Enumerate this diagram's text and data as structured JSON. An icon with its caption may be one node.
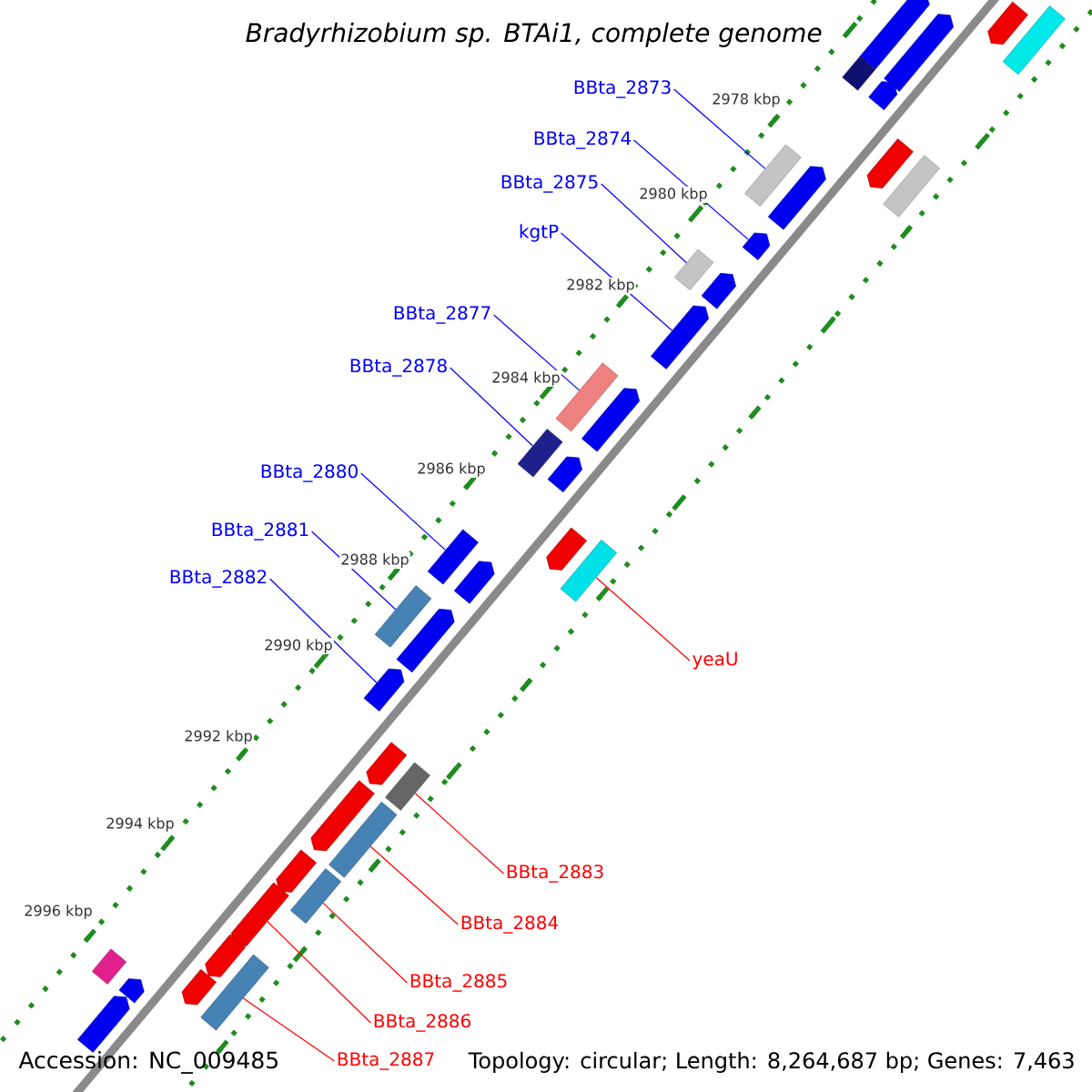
{
  "diagram": {
    "title": "Bradyrhizobium sp. BTAi1, complete genome",
    "nodes": [
      {
        "text": [
          "BBta_2873"
        ]
      },
      {
        "text": [
          "BBta_2874"
        ]
      },
      {
        "text": [
          "BBta_2875"
        ]
      },
      {
        "text": [
          "kgtP"
        ]
      },
      {
        "text": [
          "BBta_2877"
        ]
      },
      {
        "text": [
          "BBta_2878"
        ]
      },
      {
        "text": [
          "BBta_2880"
        ]
      },
      {
        "text": [
          "BBta_2881"
        ]
      },
      {
        "text": [
          "BBta_2882"
        ]
      },
      {
        "text": [
          "yeaU"
        ]
      },
      {
        "text": [
          "BBta_2883"
        ]
      },
      {
        "text": [
          "BBta_2884"
        ]
      },
      {
        "text": [
          "BBta_2885"
        ]
      },
      {
        "text": [
          "BBta_2886"
        ]
      },
      {
        "text": [
          "BBta_2887"
        ]
      },
      {
        "text": [],
        "shape": "arrow"
      },
      {
        "text": [],
        "shape": "arrow"
      },
      {
        "text": [],
        "shape": "box"
      },
      {
        "text": [],
        "shape": "arrow"
      },
      {
        "text": [],
        "shape": "box"
      },
      {
        "text": [],
        "shape": "arrow"
      },
      {
        "text": [],
        "shape": "arrow"
      },
      {
        "text": [],
        "shape": "box"
      },
      {
        "text": [],
        "shape": "box"
      },
      {
        "text": [],
        "shape": "arrow"
      },
      {
        "text": [],
        "shape": "arrow"
      },
      {
        "text": [],
        "shape": "box"
      },
      {
        "text": [],
        "shape": "arrow"
      },
      {
        "text": [],
        "shape": "arrow"
      },
      {
        "text": [],
        "shape": "box"
      },
      {
        "text": [],
        "shape": "arrow"
      },
      {
        "text": [],
        "shape": "box"
      },
      {
        "text": [],
        "shape": "arrow"
      },
      {
        "text": [],
        "shape": "arrow"
      },
      {
        "text": [],
        "shape": "box"
      },
      {
        "text": [],
        "shape": "box"
      },
      {
        "text": [],
        "shape": "arrow"
      },
      {
        "text": [],
        "shape": "box"
      },
      {
        "text": [],
        "shape": "arrow"
      },
      {
        "text": [],
        "shape": "arrow"
      },
      {
        "text": [],
        "shape": "arrow"
      },
      {
        "text": [],
        "shape": "box"
      },
      {
        "text": [],
        "shape": "arrow"
      },
      {
        "text": [],
        "shape": "box"
      },
      {
        "text": [],
        "shape": "arrow"
      },
      {
        "text": [],
        "shape": "box"
      },
      {
        "text": [],
        "shape": "arrow"
      },
      {
        "text": [],
        "shape": "arrow"
      },
      {
        "text": [],
        "shape": "box"
      },
      {
        "text": [],
        "shape": "arrow"
      },
      {
        "text": [],
        "shape": "arrow"
      },
      {
        "text": [],
        "shape": "box"
      },
      {
        "text": [],
        "shape": "arrow"
      }
    ],
    "edges": [
      {
        "from": 0,
        "to": 22,
        "arrow": "none",
        "color": "#0000ff"
      },
      {
        "from": 1,
        "to": 25,
        "arrow": "none",
        "color": "#0000ff"
      },
      {
        "from": 2,
        "to": 26,
        "arrow": "none",
        "color": "#0000ff"
      },
      {
        "from": 3,
        "to": 28,
        "arrow": "none",
        "color": "#0000ff"
      },
      {
        "from": 4,
        "to": 29,
        "arrow": "none",
        "color": "#0000ff"
      },
      {
        "from": 5,
        "to": 31,
        "arrow": "none",
        "color": "#0000ff"
      },
      {
        "from": 6,
        "to": 34,
        "arrow": "none",
        "color": "#0000ff"
      },
      {
        "from": 7,
        "to": 37,
        "arrow": "none",
        "color": "#0000ff"
      },
      {
        "from": 8,
        "to": 39,
        "arrow": "none",
        "color": "#0000ff"
      },
      {
        "from": 9,
        "to": 35,
        "arrow": "none",
        "color": "#ff0000"
      },
      {
        "from": 10,
        "to": 41,
        "arrow": "none",
        "color": "#ff0000"
      },
      {
        "from": 11,
        "to": 43,
        "arrow": "none",
        "color": "#ff0000"
      },
      {
        "from": 12,
        "to": 45,
        "arrow": "none",
        "color": "#ff0000"
      },
      {
        "from": 13,
        "to": 46,
        "arrow": "none",
        "color": "#ff0000"
      },
      {
        "from": 14,
        "to": 51,
        "arrow": "none",
        "color": "#ff0000"
      }
    ],
    "labels": [
      "2978 kbp",
      "2980 kbp",
      "2982 kbp",
      "2984 kbp",
      "2986 kbp",
      "2988 kbp",
      "2990 kbp",
      "2992 kbp",
      "2994 kbp",
      "2996 kbp",
      "Accession: NC_009485",
      "Topology: circular; Length: 8,264,687 bp; Genes: 7,463"
    ]
  }
}
